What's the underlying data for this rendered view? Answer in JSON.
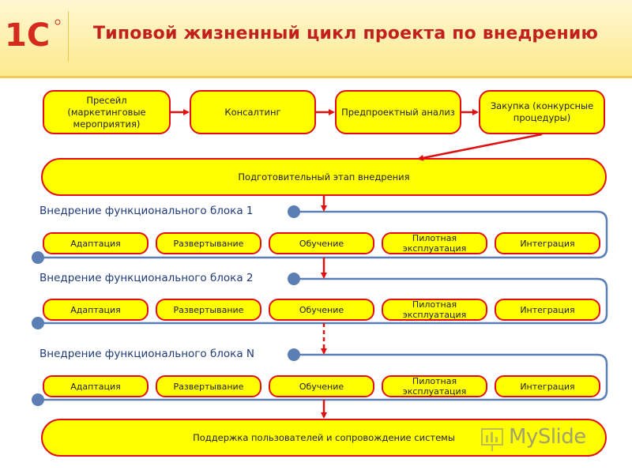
{
  "title": "Типовой жизненный цикл проекта по внедрению",
  "logo_text": "1С",
  "watermark": "MySlide",
  "top_steps": [
    "Пресейл\n(маркетинговые\nмероприятия)",
    "Консалтинг",
    "Предпроектный анализ",
    "Закупка (конкурсные\nпроцедуры)"
  ],
  "prep_stage": "Подготовительный этап внедрения",
  "blocks": [
    {
      "title": "Внедрение функционального блока 1",
      "phases": [
        "Адаптация",
        "Развертывание",
        "Обучение",
        "Пилотная\nэксплуатация",
        "Интеграция"
      ]
    },
    {
      "title": "Внедрение функционального блока 2",
      "phases": [
        "Адаптация",
        "Развертывание",
        "Обучение",
        "Пилотная\nэксплуатация",
        "Интеграция"
      ]
    },
    {
      "title": "Внедрение функционального блока N",
      "phases": [
        "Адаптация",
        "Развертывание",
        "Обучение",
        "Пилотная\nэксплуатация",
        "Интеграция"
      ]
    }
  ],
  "support_stage": "Поддержка пользователей и сопровождение системы",
  "colors": {
    "box_fill": "#ffff00",
    "box_border": "#e01010",
    "title": "#c21f1f",
    "loop": "#5b7fb5",
    "arrow": "#e01010"
  }
}
